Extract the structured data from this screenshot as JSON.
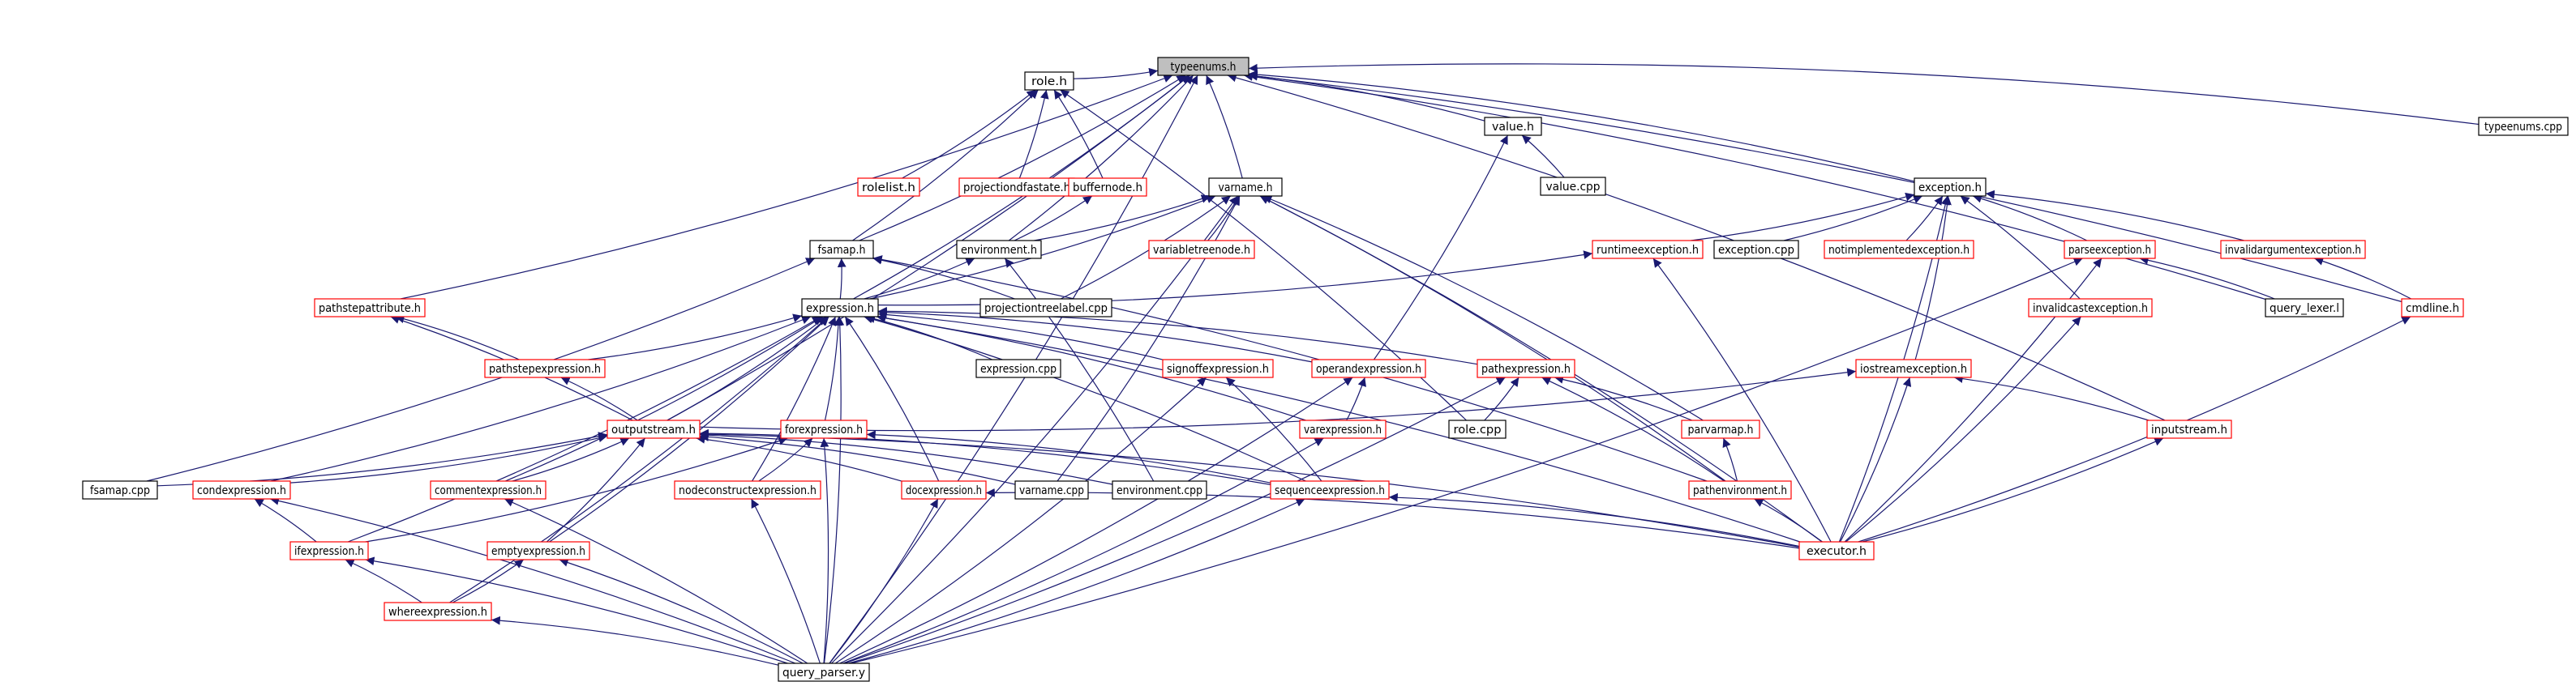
{
  "diagram": {
    "colors": {
      "edge": "#191970",
      "root_fill": "#bfbfbf",
      "black_border": "#000000",
      "red_border": "#ff0000",
      "text": "#000000"
    },
    "nodes": [
      {
        "id": "typeenums_h",
        "label": "typeenums.h",
        "style": "root"
      },
      {
        "id": "typeenums_cpp",
        "label": "typeenums.cpp",
        "style": "black"
      },
      {
        "id": "role_h",
        "label": "role.h",
        "style": "black"
      },
      {
        "id": "value_h",
        "label": "value.h",
        "style": "black"
      },
      {
        "id": "value_cpp",
        "label": "value.cpp",
        "style": "black"
      },
      {
        "id": "rolelist_h",
        "label": "rolelist.h",
        "style": "red"
      },
      {
        "id": "projectiondfastate_h",
        "label": "projectiondfastate.h",
        "style": "red"
      },
      {
        "id": "buffernode_h",
        "label": "buffernode.h",
        "style": "red"
      },
      {
        "id": "varname_h",
        "label": "varname.h",
        "style": "black"
      },
      {
        "id": "exception_h",
        "label": "exception.h",
        "style": "black"
      },
      {
        "id": "fsamap_h",
        "label": "fsamap.h",
        "style": "black"
      },
      {
        "id": "environment_h",
        "label": "environment.h",
        "style": "black"
      },
      {
        "id": "variabletreenode_h",
        "label": "variabletreenode.h",
        "style": "red"
      },
      {
        "id": "runtimeexception_h",
        "label": "runtimeexception.h",
        "style": "red"
      },
      {
        "id": "exception_cpp",
        "label": "exception.cpp",
        "style": "black"
      },
      {
        "id": "notimplementedexception_h",
        "label": "notimplementedexception.h",
        "style": "red"
      },
      {
        "id": "parseexception_h",
        "label": "parseexception.h",
        "style": "red"
      },
      {
        "id": "invalidargumentexception_h",
        "label": "invalidargumentexception.h",
        "style": "red"
      },
      {
        "id": "pathstepattribute_h",
        "label": "pathstepattribute.h",
        "style": "red"
      },
      {
        "id": "expression_h",
        "label": "expression.h",
        "style": "black"
      },
      {
        "id": "projectiontreelabel_cpp",
        "label": "projectiontreelabel.cpp",
        "style": "black"
      },
      {
        "id": "invalidcastexception_h",
        "label": "invalidcastexception.h",
        "style": "red"
      },
      {
        "id": "query_lexer_l",
        "label": "query_lexer.l",
        "style": "black"
      },
      {
        "id": "cmdline_h",
        "label": "cmdline.h",
        "style": "red"
      },
      {
        "id": "pathstepexpression_h",
        "label": "pathstepexpression.h",
        "style": "red"
      },
      {
        "id": "expression_cpp",
        "label": "expression.cpp",
        "style": "black"
      },
      {
        "id": "signoffexpression_h",
        "label": "signoffexpression.h",
        "style": "red"
      },
      {
        "id": "operandexpression_h",
        "label": "operandexpression.h",
        "style": "red"
      },
      {
        "id": "pathexpression_h",
        "label": "pathexpression.h",
        "style": "red"
      },
      {
        "id": "iostreamexception_h",
        "label": "iostreamexception.h",
        "style": "red"
      },
      {
        "id": "outputstream_h",
        "label": "outputstream.h",
        "style": "red"
      },
      {
        "id": "forexpression_h",
        "label": "forexpression.h",
        "style": "red"
      },
      {
        "id": "varexpression_h",
        "label": "varexpression.h",
        "style": "red"
      },
      {
        "id": "role_cpp",
        "label": "role.cpp",
        "style": "black"
      },
      {
        "id": "parvarmap_h",
        "label": "parvarmap.h",
        "style": "red"
      },
      {
        "id": "inputstream_h",
        "label": "inputstream.h",
        "style": "red"
      },
      {
        "id": "fsamap_cpp",
        "label": "fsamap.cpp",
        "style": "black"
      },
      {
        "id": "condexpression_h",
        "label": "condexpression.h",
        "style": "red"
      },
      {
        "id": "commentexpression_h",
        "label": "commentexpression.h",
        "style": "red"
      },
      {
        "id": "nodeconstructexpression_h",
        "label": "nodeconstructexpression.h",
        "style": "red"
      },
      {
        "id": "docexpression_h",
        "label": "docexpression.h",
        "style": "red"
      },
      {
        "id": "varname_cpp",
        "label": "varname.cpp",
        "style": "black"
      },
      {
        "id": "environment_cpp",
        "label": "environment.cpp",
        "style": "black"
      },
      {
        "id": "sequenceexpression_h",
        "label": "sequenceexpression.h",
        "style": "red"
      },
      {
        "id": "pathenvironment_h",
        "label": "pathenvironment.h",
        "style": "red"
      },
      {
        "id": "ifexpression_h",
        "label": "ifexpression.h",
        "style": "red"
      },
      {
        "id": "emptyexpression_h",
        "label": "emptyexpression.h",
        "style": "red"
      },
      {
        "id": "executor_h",
        "label": "executor.h",
        "style": "red"
      },
      {
        "id": "whereexpression_h",
        "label": "whereexpression.h",
        "style": "red"
      },
      {
        "id": "query_parser_y",
        "label": "query_parser.y",
        "style": "black"
      }
    ],
    "edges": [
      [
        "typeenums_h",
        "typeenums_cpp"
      ],
      [
        "typeenums_h",
        "role_h"
      ],
      [
        "typeenums_h",
        "value_h"
      ],
      [
        "typeenums_h",
        "exception_h"
      ],
      [
        "typeenums_h",
        "varname_h"
      ],
      [
        "typeenums_h",
        "fsamap_h"
      ],
      [
        "typeenums_h",
        "environment_h"
      ],
      [
        "typeenums_h",
        "expression_h"
      ],
      [
        "typeenums_h",
        "pathstepattribute_h"
      ],
      [
        "typeenums_h",
        "outputstream_h"
      ],
      [
        "typeenums_h",
        "cmdline_h"
      ],
      [
        "typeenums_h",
        "inputstream_h"
      ],
      [
        "typeenums_h",
        "query_lexer_l"
      ],
      [
        "typeenums_h",
        "query_parser_y"
      ],
      [
        "role_h",
        "rolelist_h"
      ],
      [
        "role_h",
        "projectiondfastate_h"
      ],
      [
        "role_h",
        "buffernode_h"
      ],
      [
        "role_h",
        "fsamap_h"
      ],
      [
        "role_h",
        "role_cpp"
      ],
      [
        "value_h",
        "value_cpp"
      ],
      [
        "value_h",
        "operandexpression_h"
      ],
      [
        "buffernode_h",
        "environment_h"
      ],
      [
        "varname_h",
        "environment_h"
      ],
      [
        "varname_h",
        "variabletreenode_h"
      ],
      [
        "varname_h",
        "projectiontreelabel_cpp"
      ],
      [
        "varname_h",
        "varname_cpp"
      ],
      [
        "varname_h",
        "parvarmap_h"
      ],
      [
        "varname_h",
        "pathenvironment_h"
      ],
      [
        "varname_h",
        "executor_h"
      ],
      [
        "varname_h",
        "query_parser_y"
      ],
      [
        "varname_h",
        "expression_h"
      ],
      [
        "exception_h",
        "runtimeexception_h"
      ],
      [
        "exception_h",
        "exception_cpp"
      ],
      [
        "exception_h",
        "notimplementedexception_h"
      ],
      [
        "exception_h",
        "parseexception_h"
      ],
      [
        "exception_h",
        "invalidargumentexception_h"
      ],
      [
        "exception_h",
        "invalidcastexception_h"
      ],
      [
        "exception_h",
        "iostreamexception_h"
      ],
      [
        "exception_h",
        "executor_h"
      ],
      [
        "fsamap_h",
        "expression_h"
      ],
      [
        "fsamap_h",
        "fsamap_cpp"
      ],
      [
        "fsamap_h",
        "projectiontreelabel_cpp"
      ],
      [
        "fsamap_h",
        "pathenvironment_h"
      ],
      [
        "environment_h",
        "expression_h"
      ],
      [
        "environment_h",
        "environment_cpp"
      ],
      [
        "runtimeexception_h",
        "expression_h"
      ],
      [
        "runtimeexception_h",
        "executor_h"
      ],
      [
        "parseexception_h",
        "query_lexer_l"
      ],
      [
        "parseexception_h",
        "executor_h"
      ],
      [
        "parseexception_h",
        "query_parser_y"
      ],
      [
        "invalidargumentexception_h",
        "cmdline_h"
      ],
      [
        "invalidcastexception_h",
        "executor_h"
      ],
      [
        "cmdline_h",
        "executor_h"
      ],
      [
        "pathstepattribute_h",
        "pathstepexpression_h"
      ],
      [
        "pathstepattribute_h",
        "outputstream_h"
      ],
      [
        "expression_h",
        "pathstepexpression_h"
      ],
      [
        "expression_h",
        "expression_cpp"
      ],
      [
        "expression_h",
        "signoffexpression_h"
      ],
      [
        "expression_h",
        "operandexpression_h"
      ],
      [
        "expression_h",
        "pathexpression_h"
      ],
      [
        "expression_h",
        "outputstream_h"
      ],
      [
        "expression_h",
        "forexpression_h"
      ],
      [
        "expression_h",
        "varexpression_h"
      ],
      [
        "expression_h",
        "condexpression_h"
      ],
      [
        "expression_h",
        "commentexpression_h"
      ],
      [
        "expression_h",
        "nodeconstructexpression_h"
      ],
      [
        "expression_h",
        "docexpression_h"
      ],
      [
        "expression_h",
        "sequenceexpression_h"
      ],
      [
        "expression_h",
        "ifexpression_h"
      ],
      [
        "expression_h",
        "emptyexpression_h"
      ],
      [
        "expression_h",
        "whereexpression_h"
      ],
      [
        "expression_h",
        "executor_h"
      ],
      [
        "expression_h",
        "query_parser_y"
      ],
      [
        "pathstepexpression_h",
        "outputstream_h"
      ],
      [
        "signoffexpression_h",
        "sequenceexpression_h"
      ],
      [
        "signoffexpression_h",
        "query_parser_y"
      ],
      [
        "operandexpression_h",
        "varexpression_h"
      ],
      [
        "operandexpression_h",
        "query_parser_y"
      ],
      [
        "pathexpression_h",
        "role_cpp"
      ],
      [
        "pathexpression_h",
        "parvarmap_h"
      ],
      [
        "pathexpression_h",
        "pathenvironment_h"
      ],
      [
        "pathexpression_h",
        "query_parser_y"
      ],
      [
        "iostreamexception_h",
        "outputstream_h"
      ],
      [
        "iostreamexception_h",
        "inputstream_h"
      ],
      [
        "iostreamexception_h",
        "executor_h"
      ],
      [
        "outputstream_h",
        "fsamap_cpp"
      ],
      [
        "outputstream_h",
        "condexpression_h"
      ],
      [
        "outputstream_h",
        "commentexpression_h"
      ],
      [
        "outputstream_h",
        "docexpression_h"
      ],
      [
        "outputstream_h",
        "varname_cpp"
      ],
      [
        "outputstream_h",
        "environment_cpp"
      ],
      [
        "outputstream_h",
        "sequenceexpression_h"
      ],
      [
        "outputstream_h",
        "emptyexpression_h"
      ],
      [
        "outputstream_h",
        "executor_h"
      ],
      [
        "forexpression_h",
        "nodeconstructexpression_h"
      ],
      [
        "forexpression_h",
        "sequenceexpression_h"
      ],
      [
        "forexpression_h",
        "ifexpression_h"
      ],
      [
        "forexpression_h",
        "query_parser_y"
      ],
      [
        "varexpression_h",
        "query_parser_y"
      ],
      [
        "parvarmap_h",
        "pathenvironment_h"
      ],
      [
        "inputstream_h",
        "executor_h"
      ],
      [
        "condexpression_h",
        "ifexpression_h"
      ],
      [
        "condexpression_h",
        "query_parser_y"
      ],
      [
        "commentexpression_h",
        "query_parser_y"
      ],
      [
        "nodeconstructexpression_h",
        "query_parser_y"
      ],
      [
        "docexpression_h",
        "executor_h"
      ],
      [
        "docexpression_h",
        "query_parser_y"
      ],
      [
        "sequenceexpression_h",
        "executor_h"
      ],
      [
        "sequenceexpression_h",
        "query_parser_y"
      ],
      [
        "pathenvironment_h",
        "executor_h"
      ],
      [
        "ifexpression_h",
        "whereexpression_h"
      ],
      [
        "ifexpression_h",
        "query_parser_y"
      ],
      [
        "emptyexpression_h",
        "whereexpression_h"
      ],
      [
        "emptyexpression_h",
        "query_parser_y"
      ],
      [
        "whereexpression_h",
        "query_parser_y"
      ]
    ]
  }
}
